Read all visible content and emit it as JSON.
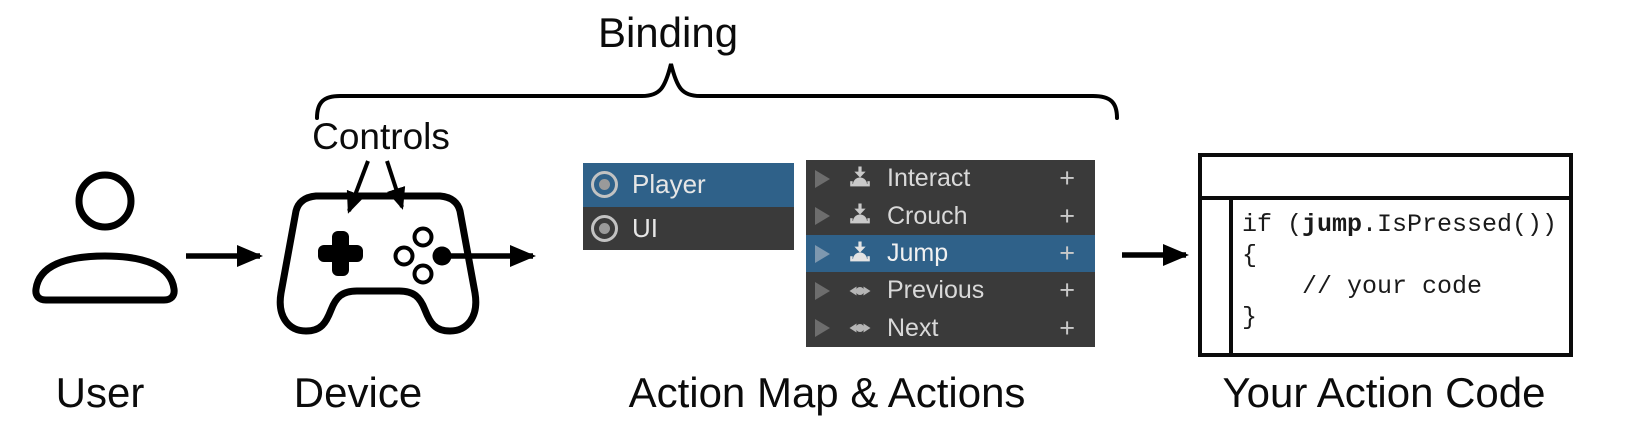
{
  "binding": {
    "label": "Binding"
  },
  "controls": {
    "label": "Controls"
  },
  "captions": {
    "user": "User",
    "device": "Device",
    "action_map": "Action Map & Actions",
    "action_code": "Your Action Code"
  },
  "action_maps_panel": {
    "rows": [
      {
        "label": "Player",
        "icon": "action-map-icon",
        "selected": true
      },
      {
        "label": "UI",
        "icon": "action-map-icon",
        "selected": false
      }
    ]
  },
  "actions_panel": {
    "add_label": "+",
    "rows": [
      {
        "label": "Interact",
        "icon": "button-action-icon",
        "selected": false
      },
      {
        "label": "Crouch",
        "icon": "button-action-icon",
        "selected": false
      },
      {
        "label": "Jump",
        "icon": "button-action-icon",
        "selected": true
      },
      {
        "label": "Previous",
        "icon": "axis-action-icon",
        "selected": false
      },
      {
        "label": "Next",
        "icon": "axis-action-icon",
        "selected": false
      }
    ]
  },
  "code": {
    "line1_pre": "if (",
    "line1_bold": "jump",
    "line1_post": ".IsPressed())",
    "line2": "{",
    "line3": "    // your code",
    "line4": "}"
  },
  "colors": {
    "selection_blue": "#2f6189",
    "panel_dark": "#3a3a3a",
    "icon_gray": "#c9c9c9",
    "row_text": "#d9d9d9",
    "ink": "#000000",
    "background": "#ffffff"
  }
}
